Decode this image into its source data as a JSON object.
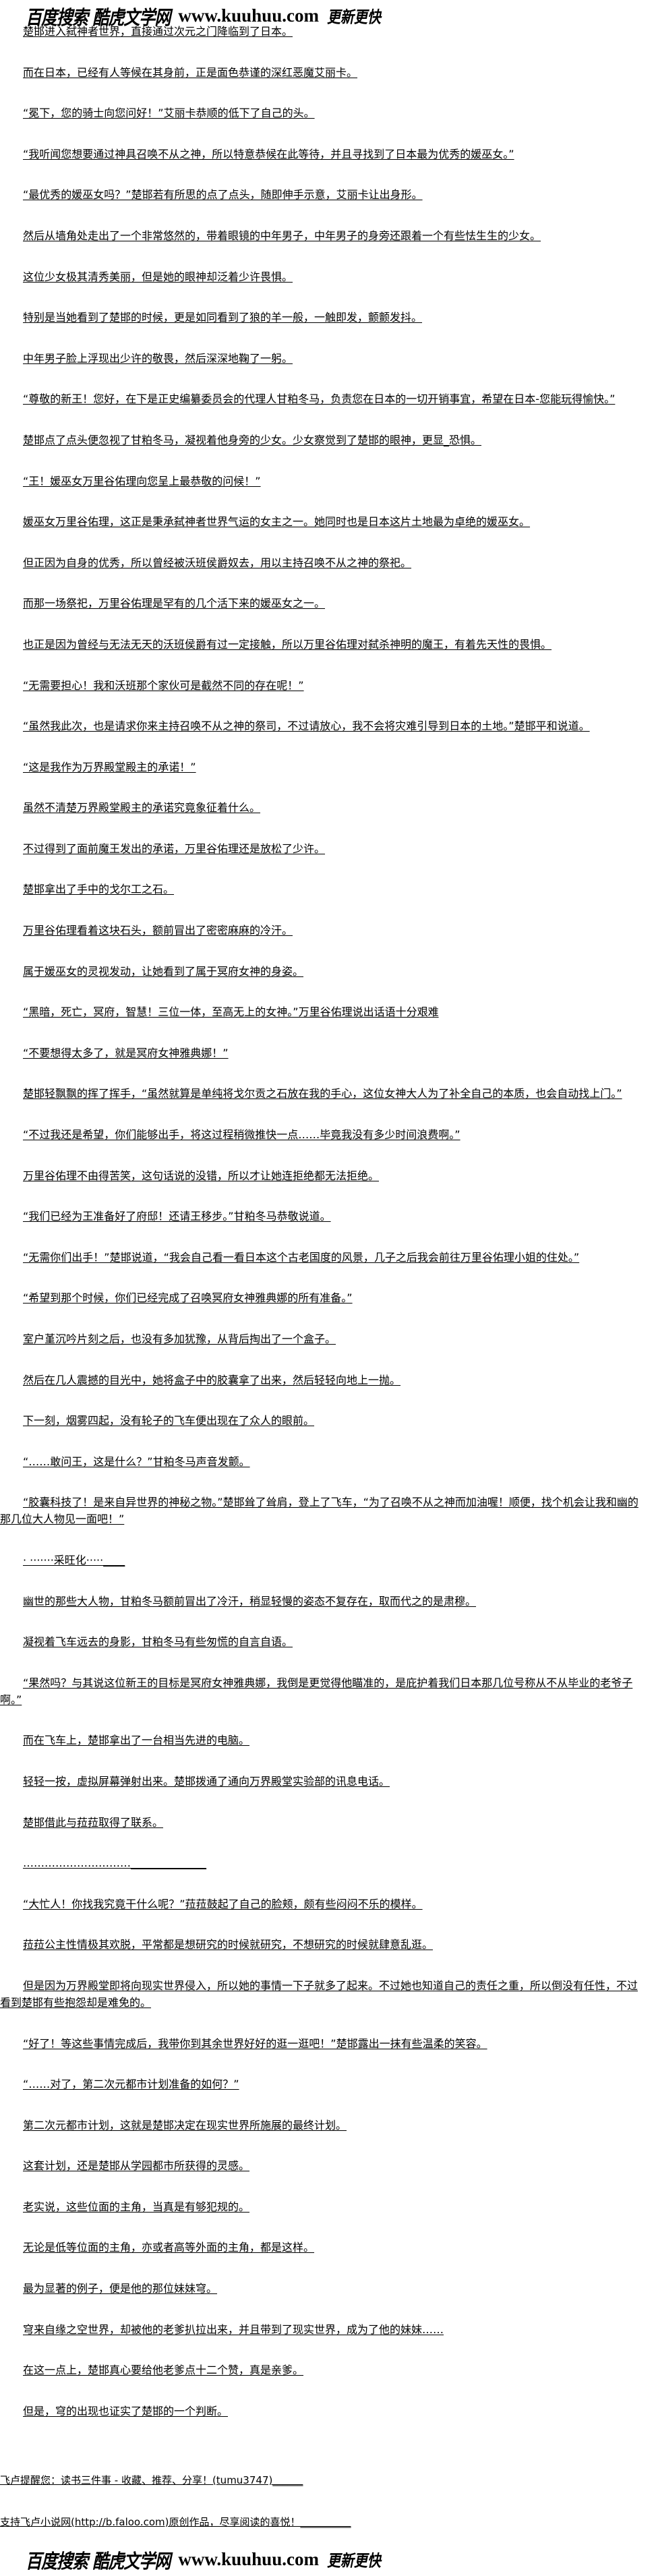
{
  "header": {
    "logo_cn": "百度搜索 酷虎文学网",
    "logo_url": "www.kuuhuu.com",
    "logo_tag": "更新更快"
  },
  "paragraphs": [
    "楚邯进入弑神者世界，直接通过次元之门降临到了日本。",
    "而在日本，已经有人等候在其身前，正是面色恭谨的深红恶魔艾丽卡。",
    "“冕下，您的骑士向您问好！”艾丽卡恭顺的低下了自己的头。",
    "“我听闻您想要通过神具召唤不从之神，所以特意恭候在此等待，并且寻找到了日本最为优秀的媛巫女。”",
    "“最优秀的媛巫女吗？”楚邯若有所思的点了点头，随即伸手示意，艾丽卡让出身形。",
    "然后从墙角处走出了一个非常悠然的，带着眼镜的中年男子，中年男子的身旁还跟着一个有些怯生生的少女。",
    "这位少女极其清秀美丽，但是她的眼神却泛着少许畏惧。",
    "特别是当她看到了楚邯的时候，更是如同看到了狼的羊一般，一触即发，颤颤发抖。",
    "中年男子脸上浮现出少许的敬畏，然后深深地鞠了一躬。",
    "“尊敬的新王！您好，在下是正史编纂委员会的代理人甘粕冬马，负责您在日本的一切开销事宜，希望在日本-您能玩得愉快。”",
    "楚邯点了点头便忽视了甘粕冬马，凝视着他身旁的少女。少女察觉到了楚邯的眼神，更显_恐惧。",
    "“王！媛巫女万里谷佑理向您呈上最恭敬的问候！”",
    "媛巫女万里谷佑理，这正是秉承弑神者世界气运的女主之一。她同时也是日本这片土地最为卓绝的媛巫女。",
    "但正因为自身的优秀，所以曾经被沃班侯爵奴去，用以主持召唤不从之神的祭祀。",
    "而那一场祭祀，万里谷佑理是罕有的几个活下来的媛巫女之一。",
    "也正是因为曾经与无法无天的沃班侯爵有过一定接触，所以万里谷佑理对弑杀神明的魔王，有着先天性的畏惧。",
    "“无需要担心！我和沃班那个家伙可是截然不同的存在呢！”",
    "“虽然我此次，也是请求你来主持召唤不从之神的祭司，不过请放心，我不会将灾难引导到日本的土地。”楚邯平和说道。",
    "“这是我作为万界殿堂殿主的承诺！”",
    "虽然不清楚万界殿堂殿主的承诺究竟象征着什么。",
    "不过得到了面前魔王发出的承诺，万里谷佑理还是放松了少许。",
    "楚邯拿出了手中的戈尔工之石。",
    "万里谷佑理看着这块石头，额前冒出了密密麻麻的冷汗。",
    "属于媛巫女的灵视发动，让她看到了属于冥府女神的身姿。",
    "“黑暗，死亡，冥府，智慧！三位一体，至高无上的女神。”万里谷佑理说出话语十分艰难",
    "“不要想得太多了，就是冥府女神雅典娜！”",
    "楚邯轻飘飘的挥了挥手，“虽然就算是单纯将戈尔贡之石放在我的手心，这位女神大人为了补全自己的本质，也会自动找上门。”",
    "“不过我还是希望，你们能够出手，将这过程稍微推快一点……毕竟我没有多少时间浪费啊。”",
    "万里谷佑理不由得苦笑，这句话说的没错，所以才让她连拒绝都无法拒绝。",
    "“我们已经为王准备好了府邸！还请王移步。”甘粕冬马恭敬说道。",
    "“无需你们出手！”楚邯说道，“我会自己看一看日本这个古老国度的风景，几子之后我会前往万里谷佑理小姐的住处。”",
    "“希望到那个时候，你们已经完成了召唤冥府女神雅典娜的所有准备。”",
    "室户堇沉吟片刻之后，也没有多加犹豫，从背后掏出了一个盒子。",
    "然后在几人震撼的目光中，她将盒子中的胶囊拿了出来，然后轻轻向地上一抛。",
    "下一刻，烟雾四起，没有轮子的飞车便出现在了众人的眼前。",
    "“……敢问王，这是什么？”甘粕冬马声音发颤。",
    "“胶囊科技了！是来自异世界的神秘之物。”楚邯耸了耸肩，登上了飞车，“为了召唤不从之神而加油喔！顺便，找个机会让我和幽的那几位大人物见一面吧！”",
    "· ·······采旺化·····____",
    "幽世的那些大人物，甘粕冬马额前冒出了冷汗，稍显轻慢的姿态不复存在，取而代之的是肃穆。",
    "凝视着飞车远去的身影，甘粕冬马有些匆慌的自言自语。",
    "“果然吗？与其说这位新王的目标是冥府女神雅典娜，我倒是更觉得他瞄准的，是庇护着我们日本那几位号称从不从毕业的老爷子啊。”",
    "而在飞车上，楚邯拿出了一台相当先进的电脑。",
    "轻轻一按，虚拟屏幕弹射出来。楚邯拨通了通向万界殿堂实验部的讯息电话。",
    "楚邯借此与菈菈取得了联系。",
    "…………………………______________",
    "“大忙人！你找我究竟干什么呢？”菈菈鼓起了自己的脸颊，颇有些闷闷不乐的模样。",
    "菈菈公主性情极其欢脱，平常都是想研究的时候就研究，不想研究的时候就肆意乱逛。",
    "但是因为万界殿堂即将向现实世界侵入，所以她的事情一下子就多了起来。不过她也知道自己的责任之重，所以倒没有任性，不过看到楚邯有些抱怨却是难免的。",
    "“好了！等这些事情完成后，我带你到其余世界好好的逛一逛吧！”楚邯露出一抹有些温柔的笑容。",
    "“……对了，第二次元都市计划准备的如何？”",
    "第二次元都市计划，这就是楚邯决定在现实世界所施展的最终计划。",
    "这套计划，还是楚邯从学园都市所获得的灵感。",
    "老实说，这些位面的主角，当真是有够犯规的。",
    "无论是低等位面的主角，亦或者高等外面的主角，都是这样。",
    "最为显著的例子，便是他的那位妹妹穹。",
    "穹来自缘之空世界，却被他的老爹扒拉出来，并且带到了现实世界，成为了他的妹妹……",
    "在这一点上，楚邯真心要给他老爹点十二个赞，真是亲爹。",
    "但是，穹的出现也证实了楚邯的一个判断。"
  ],
  "footer": {
    "reminder": "飞卢提醒您：读书三件事 - 收藏、推荐、分享！(tumu3747)______",
    "support": "支持飞卢小说网(http://b.faloo.com)原创作品，尽享阅读的喜悦！__________"
  }
}
